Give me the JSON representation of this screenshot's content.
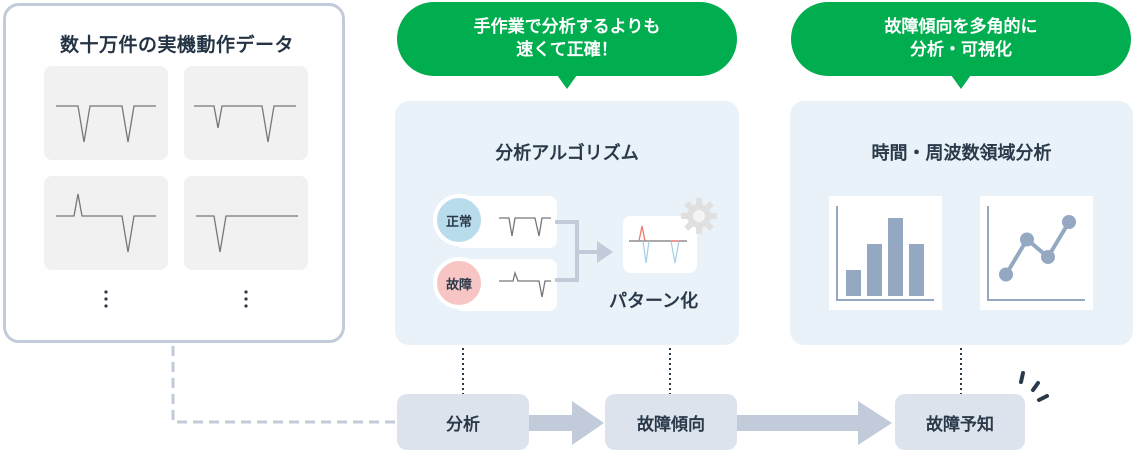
{
  "data_panel": {
    "title": "数十万件の実機動作データ",
    "tiles": [
      {
        "waveform": "double-dip-equal"
      },
      {
        "waveform": "double-dip-shallow-first"
      },
      {
        "waveform": "spike-then-dip"
      },
      {
        "waveform": "single-dip"
      }
    ],
    "continuation_icon": "vertical-ellipsis-icon"
  },
  "bubbles": [
    {
      "line1": "手作業で分析するよりも",
      "line2": "速くて正確！"
    },
    {
      "line1": "故障傾向を多角的に",
      "line2": "分析・可視化"
    }
  ],
  "algorithm_panel": {
    "title": "分析アルゴリズム",
    "inputs": [
      {
        "label": "正常",
        "color": "#b8dcec"
      },
      {
        "label": "故障",
        "color": "#f8c5c5"
      }
    ],
    "output_label": "パターン化",
    "icon": "gear-icon"
  },
  "analysis_panel": {
    "title": "時間・周波数領域分析",
    "charts": [
      {
        "type": "bar",
        "values": [
          1,
          2,
          3,
          2
        ]
      },
      {
        "type": "line",
        "values": [
          1,
          3,
          2,
          4
        ]
      }
    ]
  },
  "flow": {
    "steps": [
      "分析",
      "故障傾向",
      "故障予知"
    ]
  },
  "colors": {
    "accent_green": "#00ad4f",
    "panel_bg": "#e9f2f8",
    "step_bg": "#dde3ec",
    "connector": "#c2cbd9",
    "chart": "#94a8c2",
    "normal": "#b8dcec",
    "fault": "#f8c5c5"
  }
}
